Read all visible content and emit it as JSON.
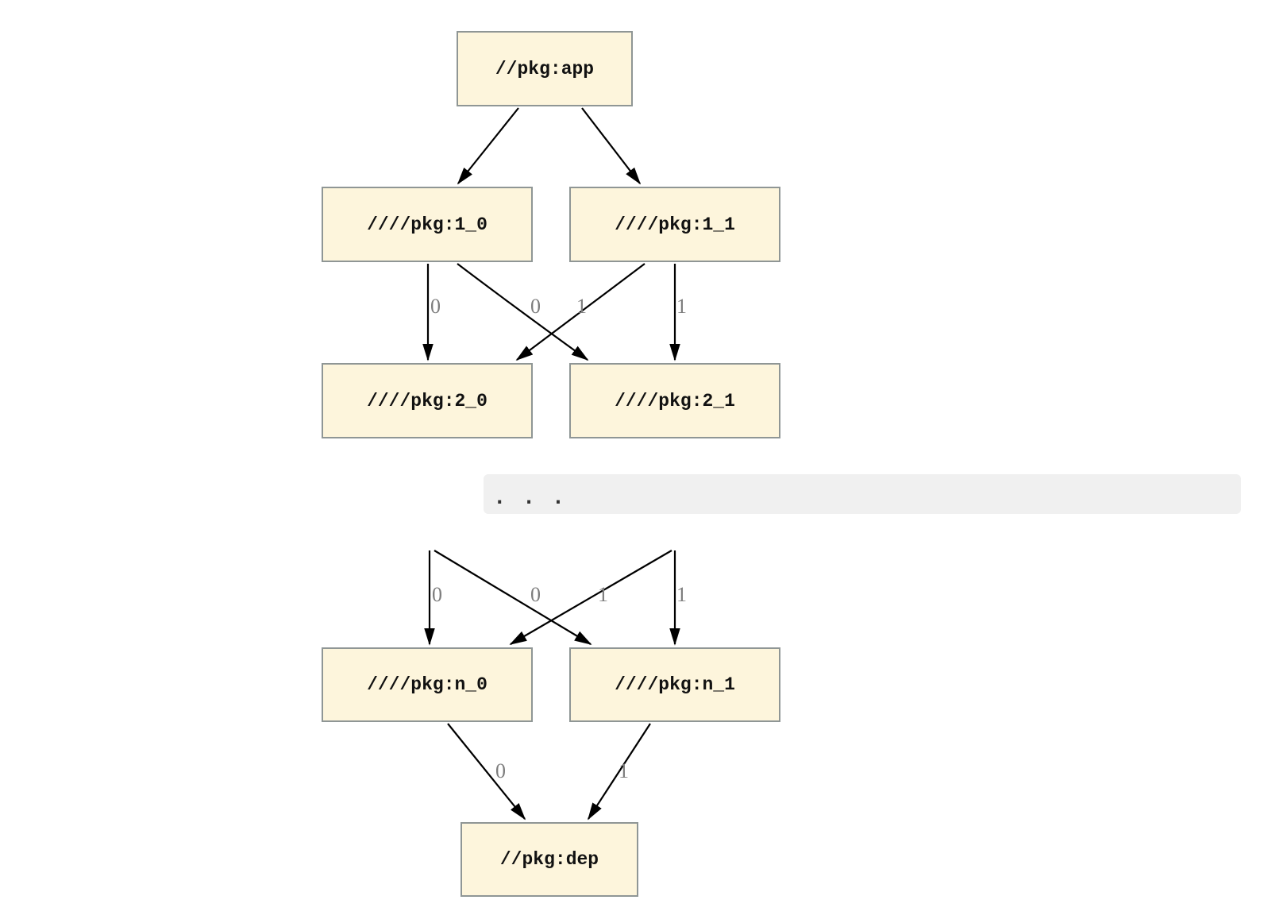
{
  "colors": {
    "node_fill": "#fdf5dc",
    "node_border": "#8f9695",
    "edge": "#000000",
    "edge_label": "#7d7d7d",
    "ellipsis_bar_bg": "#f0f0f0",
    "ellipsis_text": "#333333",
    "background": "#ffffff"
  },
  "nodes": {
    "app": "//pkg:app",
    "level1_0": "////pkg:1_0",
    "level1_1": "////pkg:1_1",
    "level2_0": "////pkg:2_0",
    "level2_1": "////pkg:2_1",
    "n_0": "////pkg:n_0",
    "n_1": "////pkg:n_1",
    "dep": "//pkg:dep"
  },
  "edge_labels": {
    "l1_0_to_l2_0": "0",
    "l1_1_to_l2_0": "0",
    "l1_0_to_l2_1": "1",
    "l1_1_to_l2_1": "1",
    "prev_to_n_0": "0",
    "cross_to_n_0": "0",
    "cross_to_n_1": "1",
    "prev_to_n_1": "1",
    "n_0_to_dep": "0",
    "n_1_to_dep": "1"
  },
  "ellipsis": ". . ."
}
